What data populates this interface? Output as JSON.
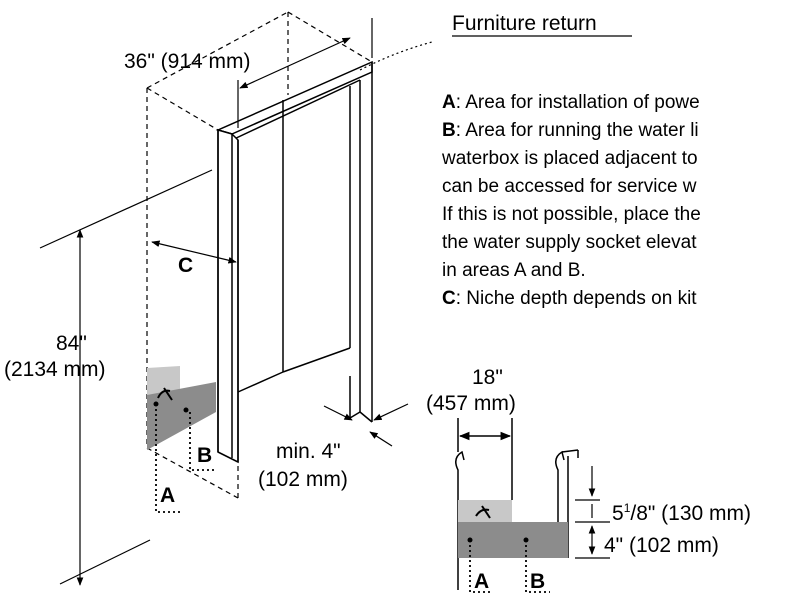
{
  "labels": {
    "width": "36\" (914 mm)",
    "furniture_return": "Furniture return",
    "height_in": "84\"",
    "height_mm": "(2134 mm)",
    "depth_c": "C",
    "area_a": "A",
    "area_b": "B",
    "min_in": "min. 4\"",
    "min_mm": "(102 mm)",
    "w18_in": "18\"",
    "w18_mm": "(457 mm)",
    "h5_whole": "5",
    "h5_num": "1",
    "h5_den": "/8",
    "h5_rest": "\" (130 mm)",
    "h4": "4\" (102 mm)"
  },
  "legend": [
    {
      "key": "A",
      "text": ": Area for installation of powe"
    },
    {
      "key": "B",
      "text": ": Area for running the water li"
    },
    {
      "key": "",
      "text": "waterbox is placed adjacent to"
    },
    {
      "key": "",
      "text": "can be accessed for service w"
    },
    {
      "key": "",
      "text": "If this is not possible, place the"
    },
    {
      "key": "",
      "text": "the water supply socket elevat"
    },
    {
      "key": "",
      "text": "in areas A and B."
    },
    {
      "key": "C",
      "text": ": Niche depth depends on kit"
    }
  ],
  "colors": {
    "area_a": "#c8c8c8",
    "area_b": "#8c8c8c",
    "line": "#000000"
  }
}
